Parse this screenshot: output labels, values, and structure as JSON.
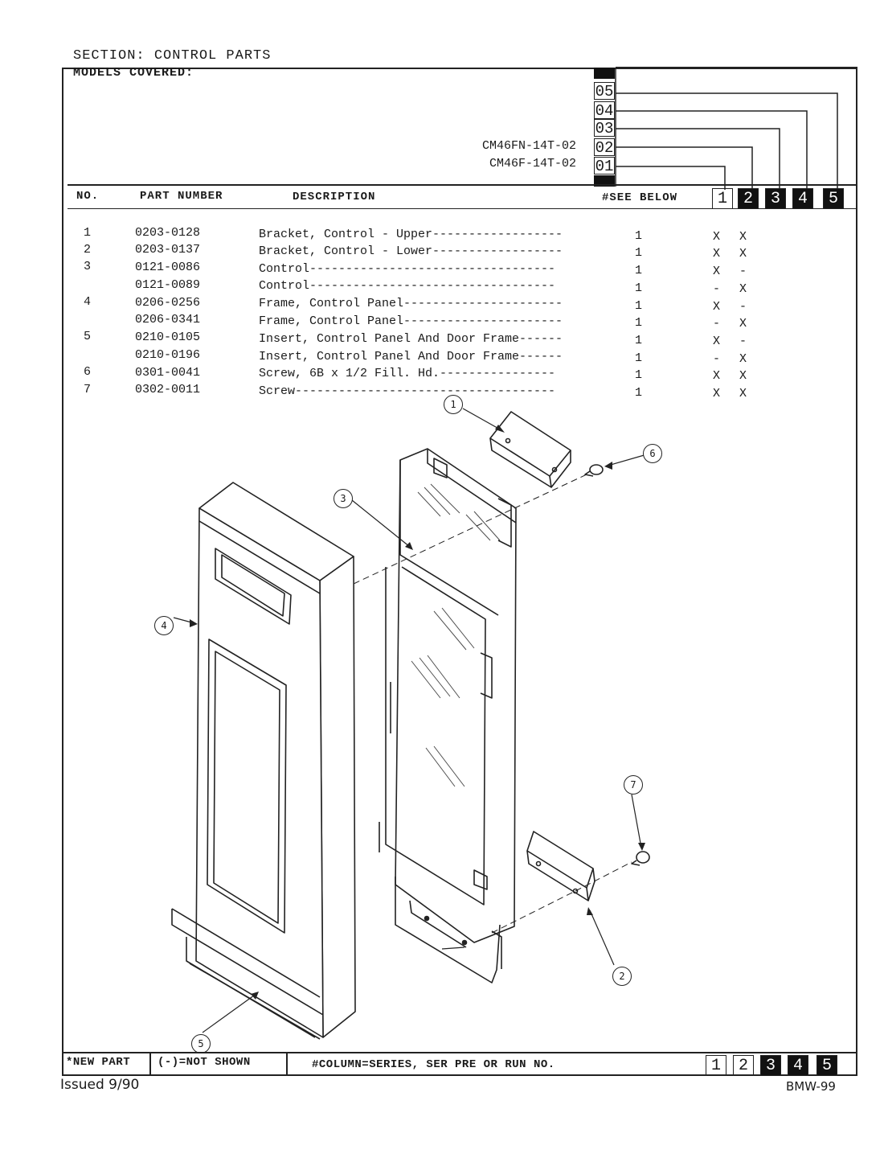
{
  "section": "SECTION: CONTROL PARTS",
  "models_label": "MODELS COVERED:",
  "models": [
    {
      "name": "CM46FN-14T-02",
      "series": "02"
    },
    {
      "name": "CM46F-14T-02",
      "series": "01"
    }
  ],
  "series_codes": [
    "05",
    "04",
    "03",
    "02",
    "01"
  ],
  "header": {
    "no": "NO.",
    "part_number": "PART NUMBER",
    "description": "DESCRIPTION",
    "see_below": "#SEE BELOW",
    "columns": [
      "1",
      "2",
      "3",
      "4",
      "5"
    ]
  },
  "parts": [
    {
      "no": "1",
      "part": "0203-0128",
      "desc": "Bracket, Control - Upper------------------",
      "qty": "1",
      "c1": "X",
      "c2": "X"
    },
    {
      "no": "2",
      "part": "0203-0137",
      "desc": "Bracket, Control - Lower------------------",
      "qty": "1",
      "c1": "X",
      "c2": "X"
    },
    {
      "no": "3",
      "part": "0121-0086",
      "desc": "Control----------------------------------",
      "qty": "1",
      "c1": "X",
      "c2": "-"
    },
    {
      "no": "",
      "part": "0121-0089",
      "desc": "Control----------------------------------",
      "qty": "1",
      "c1": "-",
      "c2": "X"
    },
    {
      "no": "4",
      "part": "0206-0256",
      "desc": "Frame, Control Panel----------------------",
      "qty": "1",
      "c1": "X",
      "c2": "-"
    },
    {
      "no": "",
      "part": "0206-0341",
      "desc": "Frame, Control Panel----------------------",
      "qty": "1",
      "c1": "-",
      "c2": "X"
    },
    {
      "no": "5",
      "part": "0210-0105",
      "desc": "Insert, Control Panel And Door Frame------",
      "qty": "1",
      "c1": "X",
      "c2": "-"
    },
    {
      "no": "",
      "part": "0210-0196",
      "desc": "Insert, Control Panel And Door Frame------",
      "qty": "1",
      "c1": "-",
      "c2": "X"
    },
    {
      "no": "6",
      "part": "0301-0041",
      "desc": "Screw, 6B x 1/2 Fill. Hd.----------------",
      "qty": "1",
      "c1": "X",
      "c2": "X"
    },
    {
      "no": "7",
      "part": "0302-0011",
      "desc": "Screw------------------------------------",
      "qty": "1",
      "c1": "X",
      "c2": "X"
    }
  ],
  "callouts": [
    "1",
    "2",
    "3",
    "4",
    "5",
    "6",
    "7"
  ],
  "footer": {
    "new_part": "*NEW PART",
    "not_shown": "(-)=NOT SHOWN",
    "column_note": "#COLUMN=SERIES, SER PRE OR RUN NO.",
    "columns": [
      "1",
      "2",
      "3",
      "4",
      "5"
    ],
    "issued": "Issued 9/90",
    "code": "BMW-99"
  }
}
